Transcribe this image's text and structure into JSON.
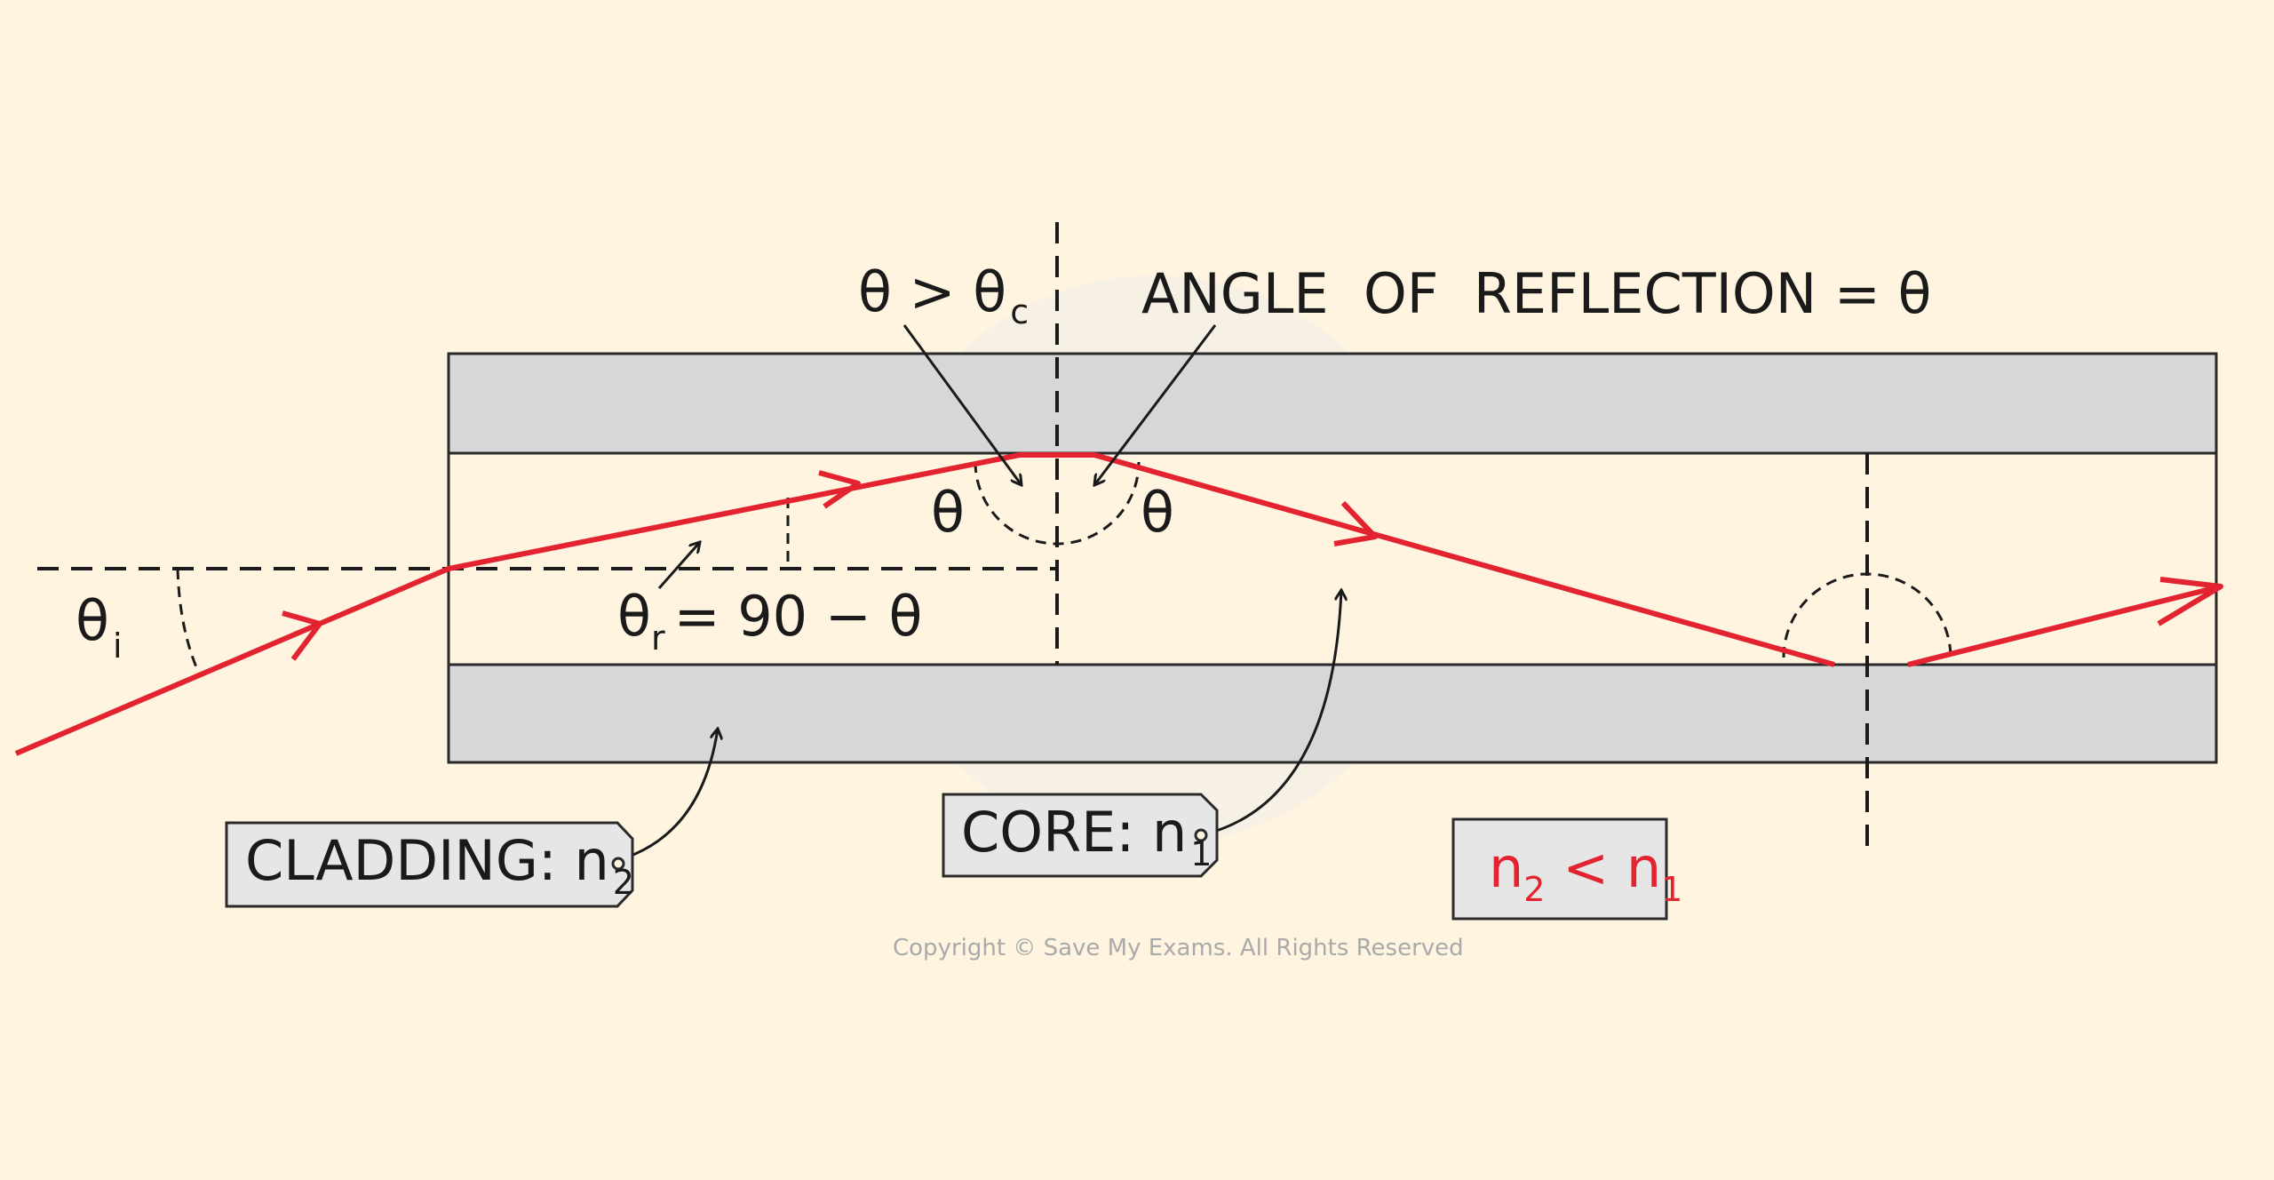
{
  "labels": {
    "theta_i": "θ",
    "theta_i_sub": "i",
    "theta_gt": "θ > θ",
    "theta_gt_sub": "c",
    "angle_of_reflection": "ANGLE  OF  REFLECTION = θ",
    "theta_left": "θ",
    "theta_right": "θ",
    "theta_r": "θ",
    "theta_r_sub": "r",
    "theta_r_eq": "= 90 − θ",
    "cladding": "CLADDING: n",
    "cladding_sub": "2",
    "core": "CORE: n",
    "core_sub": "1",
    "relation_n2": "n",
    "relation_n2_sub": "2",
    "relation_lt": " < n",
    "relation_n1_sub": "1",
    "copyright": "Copyright © Save My Exams. All Rights Reserved"
  },
  "colors": {
    "background": "#fef4e0",
    "cladding": "#d6d7d9",
    "ray": "#e32330",
    "outline": "#2a2a2a"
  }
}
